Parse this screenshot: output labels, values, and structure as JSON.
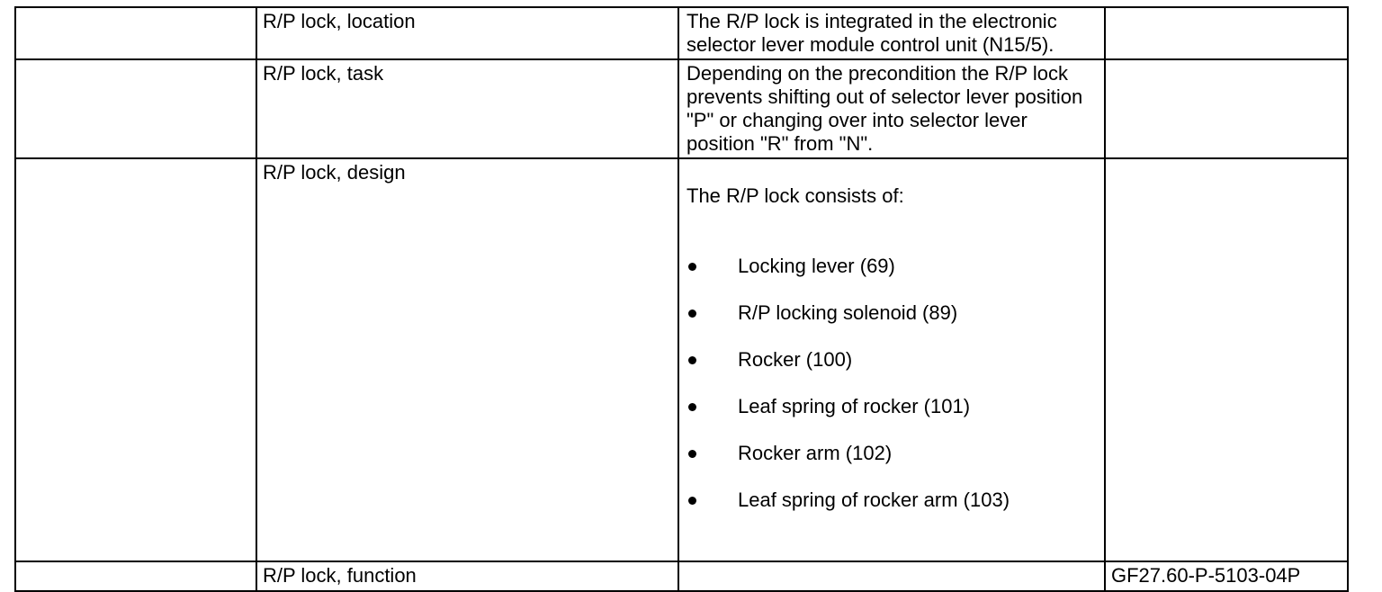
{
  "table": {
    "rows": [
      {
        "label": "R/P lock, location",
        "description": "The R/P lock is integrated in the electronic\nselector lever module control unit (N15/5).",
        "ref": ""
      },
      {
        "label": "R/P lock, task",
        "description": "Depending on the precondition the R/P lock\nprevents shifting out of selector lever position\n\"P\" or changing over into selector lever\nposition \"R\" from \"N\".",
        "ref": ""
      },
      {
        "label": "R/P lock, design",
        "description_intro": "The R/P lock consists of:",
        "bullets": [
          "Locking lever (69)",
          "R/P locking solenoid (89)",
          "Rocker (100)",
          "Leaf spring of rocker (101)",
          "Rocker arm (102)",
          "Leaf spring of rocker arm (103)"
        ],
        "ref": ""
      },
      {
        "label": "R/P lock, function",
        "description": "",
        "ref": "GF27.60-P-5103-04P"
      }
    ]
  }
}
